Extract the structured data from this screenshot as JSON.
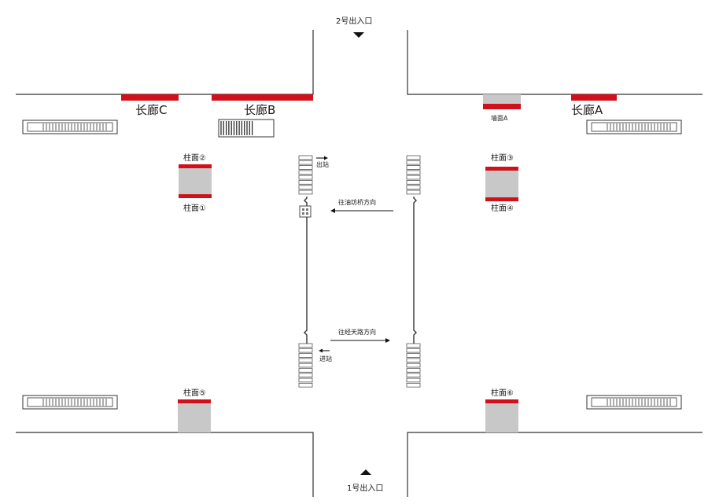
{
  "exits": {
    "north": "2号出入口",
    "south": "1号出入口"
  },
  "corridors": {
    "a": "长廊A",
    "b": "长廊B",
    "c": "长廊C"
  },
  "wall": {
    "a": "墙面A"
  },
  "pillars": {
    "p1": "柱面①",
    "p2": "柱面②",
    "p3": "柱面③",
    "p4": "柱面④",
    "p5": "柱面⑤",
    "p6": "柱面⑥"
  },
  "gates": {
    "exit_label": "出站",
    "entry_label": "进站"
  },
  "directions": {
    "westbound": "往油坊桥方向",
    "eastbound": "往经天路方向"
  },
  "colors": {
    "ad_red": "#d0111b",
    "pillar_gray": "#c8c8c8",
    "line": "#333333"
  }
}
